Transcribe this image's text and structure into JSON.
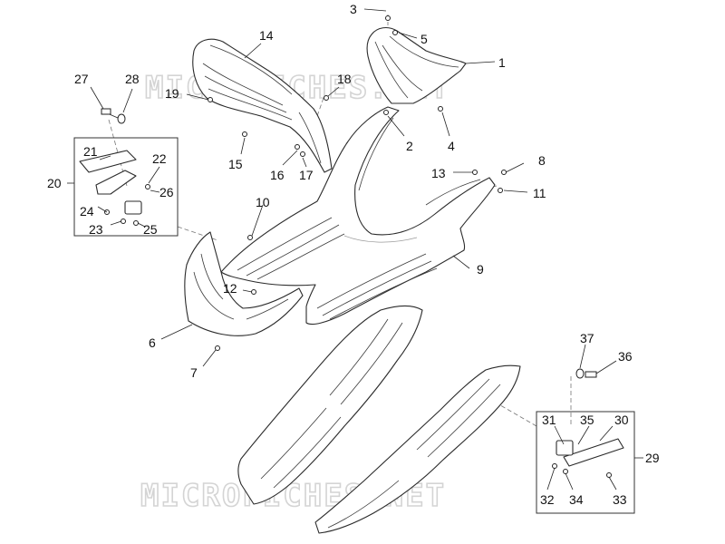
{
  "watermark": "MICROFICHES.NET",
  "callouts": [
    {
      "id": "c3",
      "label": "3",
      "part": "screw"
    },
    {
      "id": "c5",
      "label": "5",
      "part": "clip"
    },
    {
      "id": "c1",
      "label": "1",
      "part": "upper-front-cover"
    },
    {
      "id": "c14",
      "label": "14",
      "part": "inner-shield"
    },
    {
      "id": "c18",
      "label": "18",
      "part": "clip"
    },
    {
      "id": "c19",
      "label": "19",
      "part": "screw"
    },
    {
      "id": "c27",
      "label": "27",
      "part": "bolt"
    },
    {
      "id": "c28",
      "label": "28",
      "part": "washer"
    },
    {
      "id": "c2",
      "label": "2",
      "part": "nut"
    },
    {
      "id": "c4",
      "label": "4",
      "part": "clip"
    },
    {
      "id": "c15",
      "label": "15",
      "part": "screw"
    },
    {
      "id": "c16",
      "label": "16",
      "part": "screw"
    },
    {
      "id": "c17",
      "label": "17",
      "part": "clip"
    },
    {
      "id": "c21",
      "label": "21",
      "part": "footrest-pad"
    },
    {
      "id": "c22",
      "label": "22",
      "part": "pin"
    },
    {
      "id": "c20",
      "label": "20",
      "part": "footrest-assembly"
    },
    {
      "id": "c26",
      "label": "26",
      "part": "spring"
    },
    {
      "id": "c24",
      "label": "24",
      "part": "screw"
    },
    {
      "id": "c23",
      "label": "23",
      "part": "screw"
    },
    {
      "id": "c25",
      "label": "25",
      "part": "bracket"
    },
    {
      "id": "c13",
      "label": "13",
      "part": "clip"
    },
    {
      "id": "c8",
      "label": "8",
      "part": "clip"
    },
    {
      "id": "c11",
      "label": "11",
      "part": "screw"
    },
    {
      "id": "c10",
      "label": "10",
      "part": "screw"
    },
    {
      "id": "c9",
      "label": "9",
      "part": "floor-panel"
    },
    {
      "id": "c12",
      "label": "12",
      "part": "clip"
    },
    {
      "id": "c6",
      "label": "6",
      "part": "front-lower-cover"
    },
    {
      "id": "c7",
      "label": "7",
      "part": "screw"
    },
    {
      "id": "c37",
      "label": "37",
      "part": "washer"
    },
    {
      "id": "c36",
      "label": "36",
      "part": "bolt"
    },
    {
      "id": "c31",
      "label": "31",
      "part": "bracket"
    },
    {
      "id": "c35",
      "label": "35",
      "part": "spring"
    },
    {
      "id": "c30",
      "label": "30",
      "part": "footrest-pad"
    },
    {
      "id": "c29",
      "label": "29",
      "part": "footrest-assembly"
    },
    {
      "id": "c32",
      "label": "32",
      "part": "screw"
    },
    {
      "id": "c34",
      "label": "34",
      "part": "pin"
    },
    {
      "id": "c33",
      "label": "33",
      "part": "screw"
    }
  ]
}
